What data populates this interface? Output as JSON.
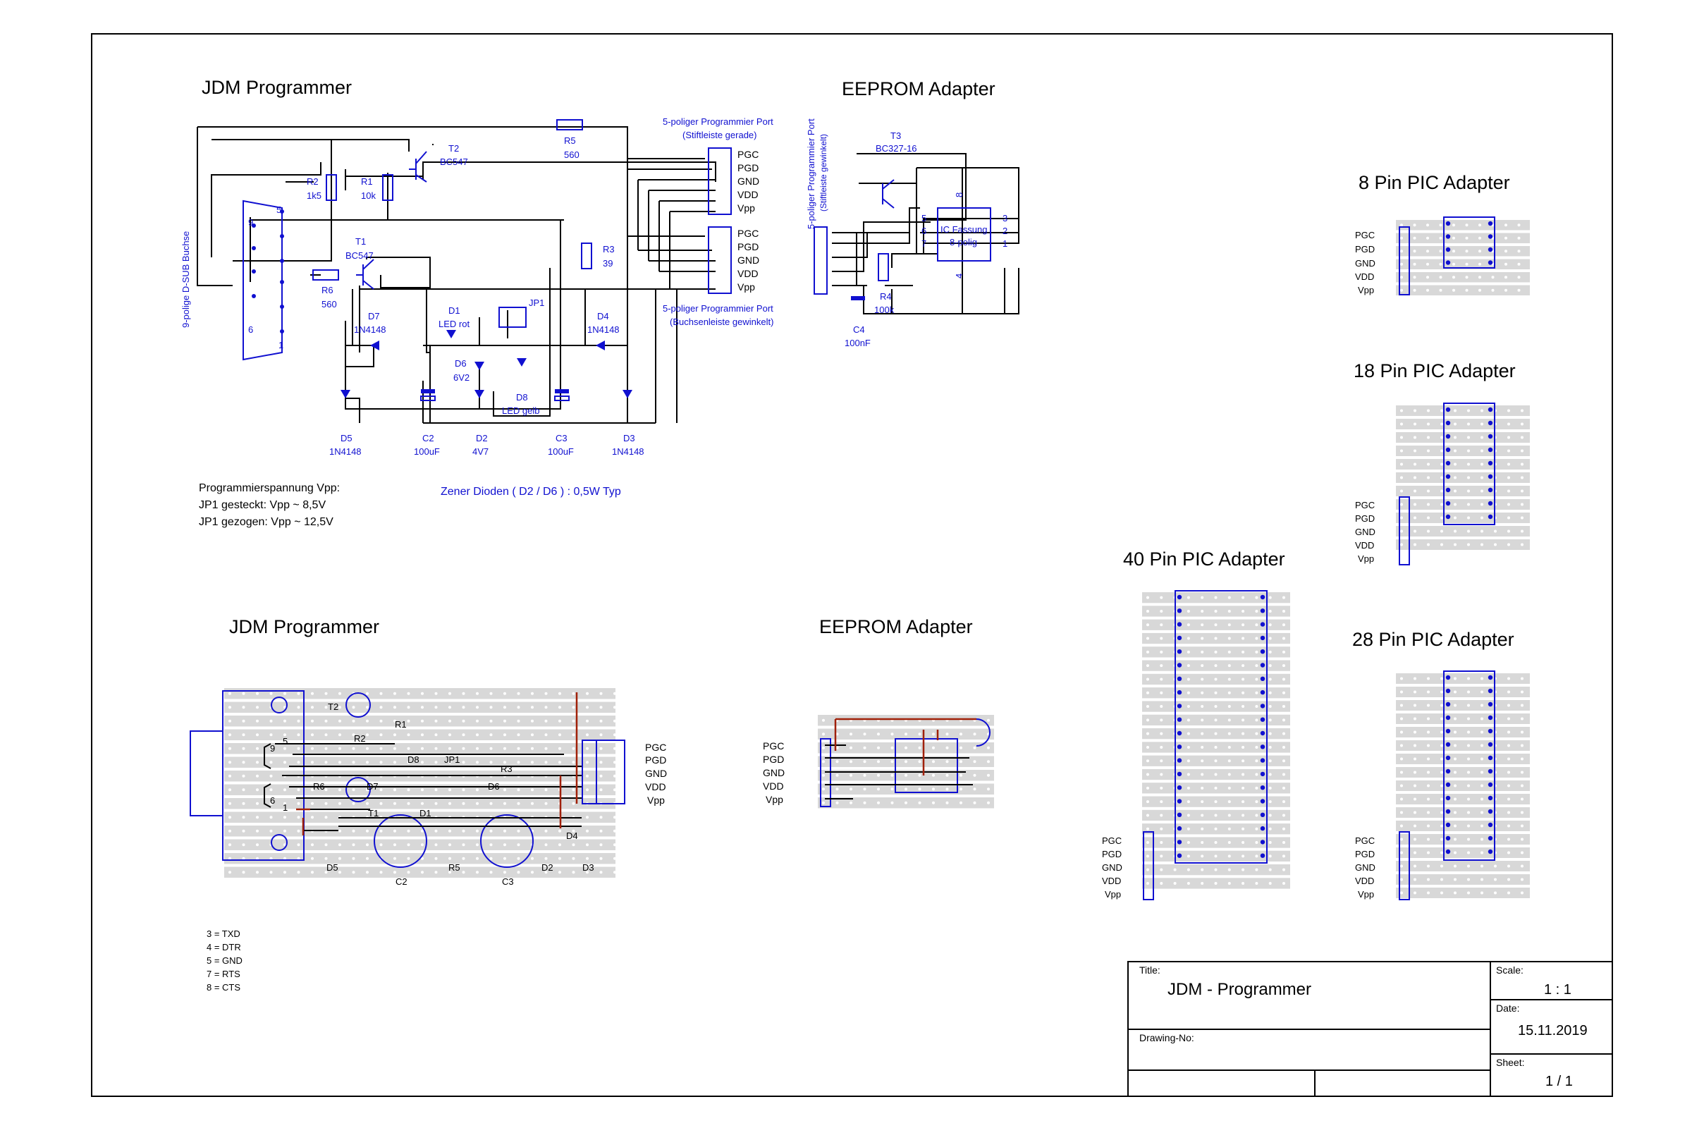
{
  "colors": {
    "ink": "#000000",
    "schematic": "#1010d0",
    "jumper": "#a02008",
    "stripboard": "#d8d8d8"
  },
  "titles": {
    "jdm_schematic": "JDM Programmer",
    "eeprom_schematic": "EEPROM Adapter",
    "jdm_layout": "JDM Programmer",
    "eeprom_layout": "EEPROM Adapter",
    "pic8": "8 Pin PIC Adapter",
    "pic18": "18 Pin PIC Adapter",
    "pic40": "40 Pin PIC Adapter",
    "pic28": "28 Pin PIC Adapter"
  },
  "schematic": {
    "dsub_label": "9-polige D-SUB Buchse",
    "dsub_pins": [
      "5",
      "9",
      "6",
      "1"
    ],
    "port_straight": [
      "5-poliger Programmier Port",
      "(Stiftleiste gerade)"
    ],
    "port_angled": [
      "5-poliger Programmier Port",
      "(Buchsenleiste gewinkelt)"
    ],
    "port_pins": [
      "PGC",
      "PGD",
      "GND",
      "VDD",
      "Vpp"
    ],
    "components": {
      "R2": [
        "R2",
        "1k5"
      ],
      "R1": [
        "R1",
        "10k"
      ],
      "T2": [
        "T2",
        "BC547"
      ],
      "R5": [
        "R5",
        "560"
      ],
      "T1": [
        "T1",
        "BC547"
      ],
      "R6": [
        "R6",
        "560"
      ],
      "R3": [
        "R3",
        "39"
      ],
      "D7": [
        "D7",
        "1N4148"
      ],
      "D1": [
        "D1",
        "LED rot"
      ],
      "JP1": "JP1",
      "D6": [
        "D6",
        "6V2"
      ],
      "D8": [
        "D8",
        "LED gelb"
      ],
      "D4": [
        "D4",
        "1N4148"
      ],
      "D5": [
        "D5",
        "1N4148"
      ],
      "C2": [
        "C2",
        "100uF"
      ],
      "D2": [
        "D2",
        "4V7"
      ],
      "C3": [
        "C3",
        "100uF"
      ],
      "D3": [
        "D3",
        "1N4148"
      ]
    },
    "vpp_note": [
      "Programmierspannung Vpp:",
      "JP1 gesteckt: Vpp ~ 8,5V",
      "JP1 gezogen: Vpp ~ 12,5V"
    ],
    "zener_note": "Zener Dioden ( D2 / D6 ) : 0,5W Typ"
  },
  "eeprom": {
    "port_label": [
      "5-poliger Programmier Port",
      "(Stiftleiste gewinkelt)"
    ],
    "T3": [
      "T3",
      "BC327-16"
    ],
    "ic": [
      "IC Fassung",
      "8-polig"
    ],
    "pin_left": [
      "5",
      "6",
      "7"
    ],
    "pin_right": [
      "3",
      "2",
      "1"
    ],
    "pin_top": "8",
    "pin_bottom": "4",
    "R4": [
      "R4",
      "100k"
    ],
    "C4": [
      "C4",
      "100nF"
    ]
  },
  "layout": {
    "labels": [
      "T2",
      "R1",
      "R2",
      "5",
      "9",
      "6",
      "1",
      "R6",
      "D8",
      "JP1",
      "R3",
      "D7",
      "D6",
      "T1",
      "D1",
      "D4",
      "D5",
      "C2",
      "R5",
      "C3",
      "D2",
      "D3"
    ],
    "signals": [
      "PGC",
      "PGD",
      "GND",
      "VDD",
      "Vpp"
    ]
  },
  "pin_legend": [
    "3 = TXD",
    "4 = DTR",
    "5 = GND",
    "7 = RTS",
    "8 = CTS"
  ],
  "titleblock": {
    "title_label": "Title:",
    "title": "JDM - Programmer",
    "drawing_label": "Drawing-No:",
    "scale_label": "Scale:",
    "scale": "1 : 1",
    "date_label": "Date:",
    "date": "15.11.2019",
    "sheet_label": "Sheet:",
    "sheet": "1 / 1"
  }
}
